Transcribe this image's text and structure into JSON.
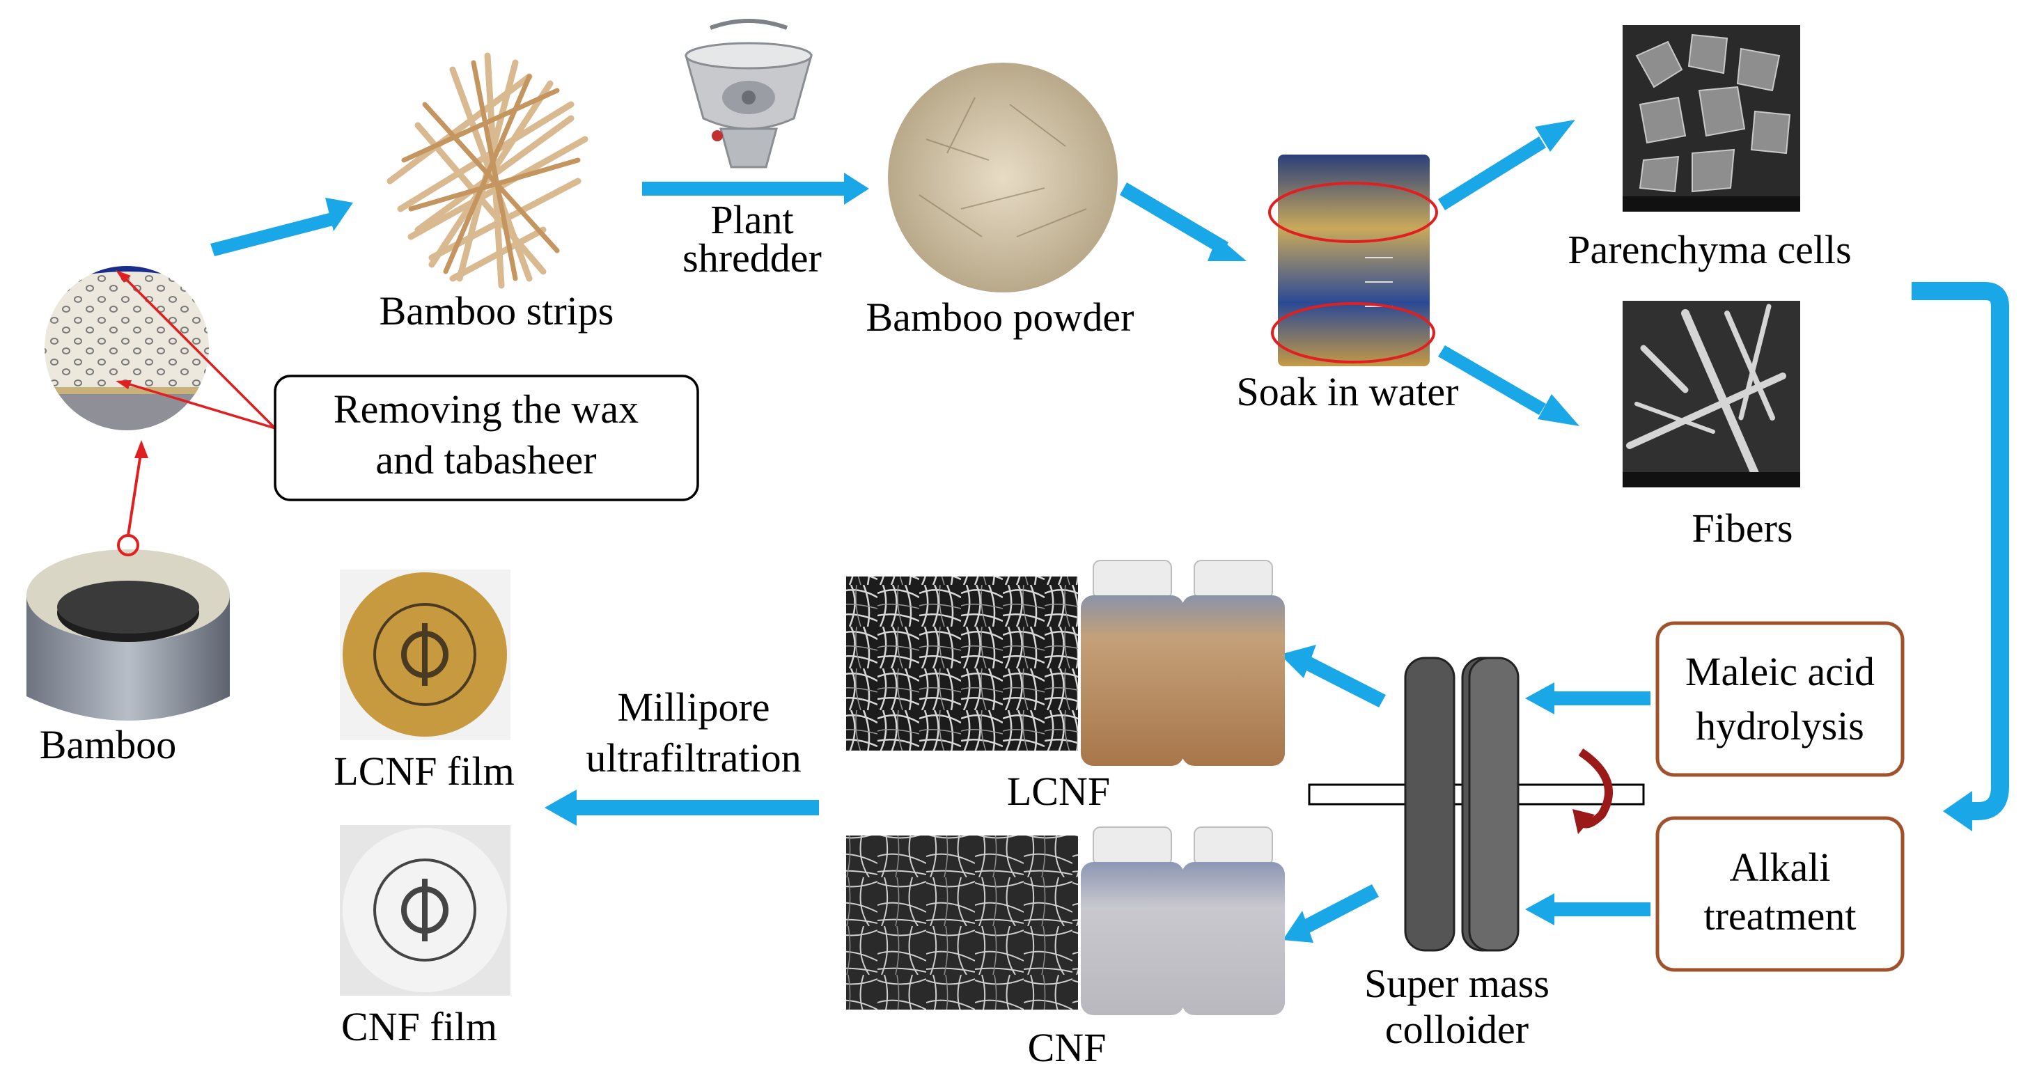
{
  "labels": {
    "bamboo": "Bamboo",
    "bamboo_strips": "Bamboo strips",
    "plant_shredder_1": "Plant",
    "plant_shredder_2": "shredder",
    "bamboo_powder": "Bamboo powder",
    "soak_in_water": "Soak in water",
    "parenchyma_cells": "Parenchyma cells",
    "fibers": "Fibers",
    "removing_1": "Removing the wax",
    "removing_2": "and tabasheer",
    "maleic_1": "Maleic acid",
    "maleic_2": "hydrolysis",
    "alkali_1": "Alkali",
    "alkali_2": "treatment",
    "super_mass_1": "Super mass",
    "super_mass_2": "colloider",
    "lcnf": "LCNF",
    "cnf": "CNF",
    "millipore_1": "Millipore",
    "millipore_2": "ultrafiltration",
    "lcnf_film": "LCNF film",
    "cnf_film": "CNF film"
  },
  "colors": {
    "flow_arrow": "#1aa7e8",
    "callout_red": "#e02020",
    "process_box_border": "#a0522d",
    "disk": "#555555",
    "rotation_arrow": "#9a1a1a"
  },
  "icons": {
    "bamboo": "bamboo-ring-icon",
    "strips": "bamboo-strips-icon",
    "shredder": "shredder-icon",
    "powder": "powder-icon",
    "beaker": "beaker-icon",
    "sem": "sem-micrograph-icon",
    "bottle": "bottle-icon",
    "film": "film-disc-icon"
  }
}
